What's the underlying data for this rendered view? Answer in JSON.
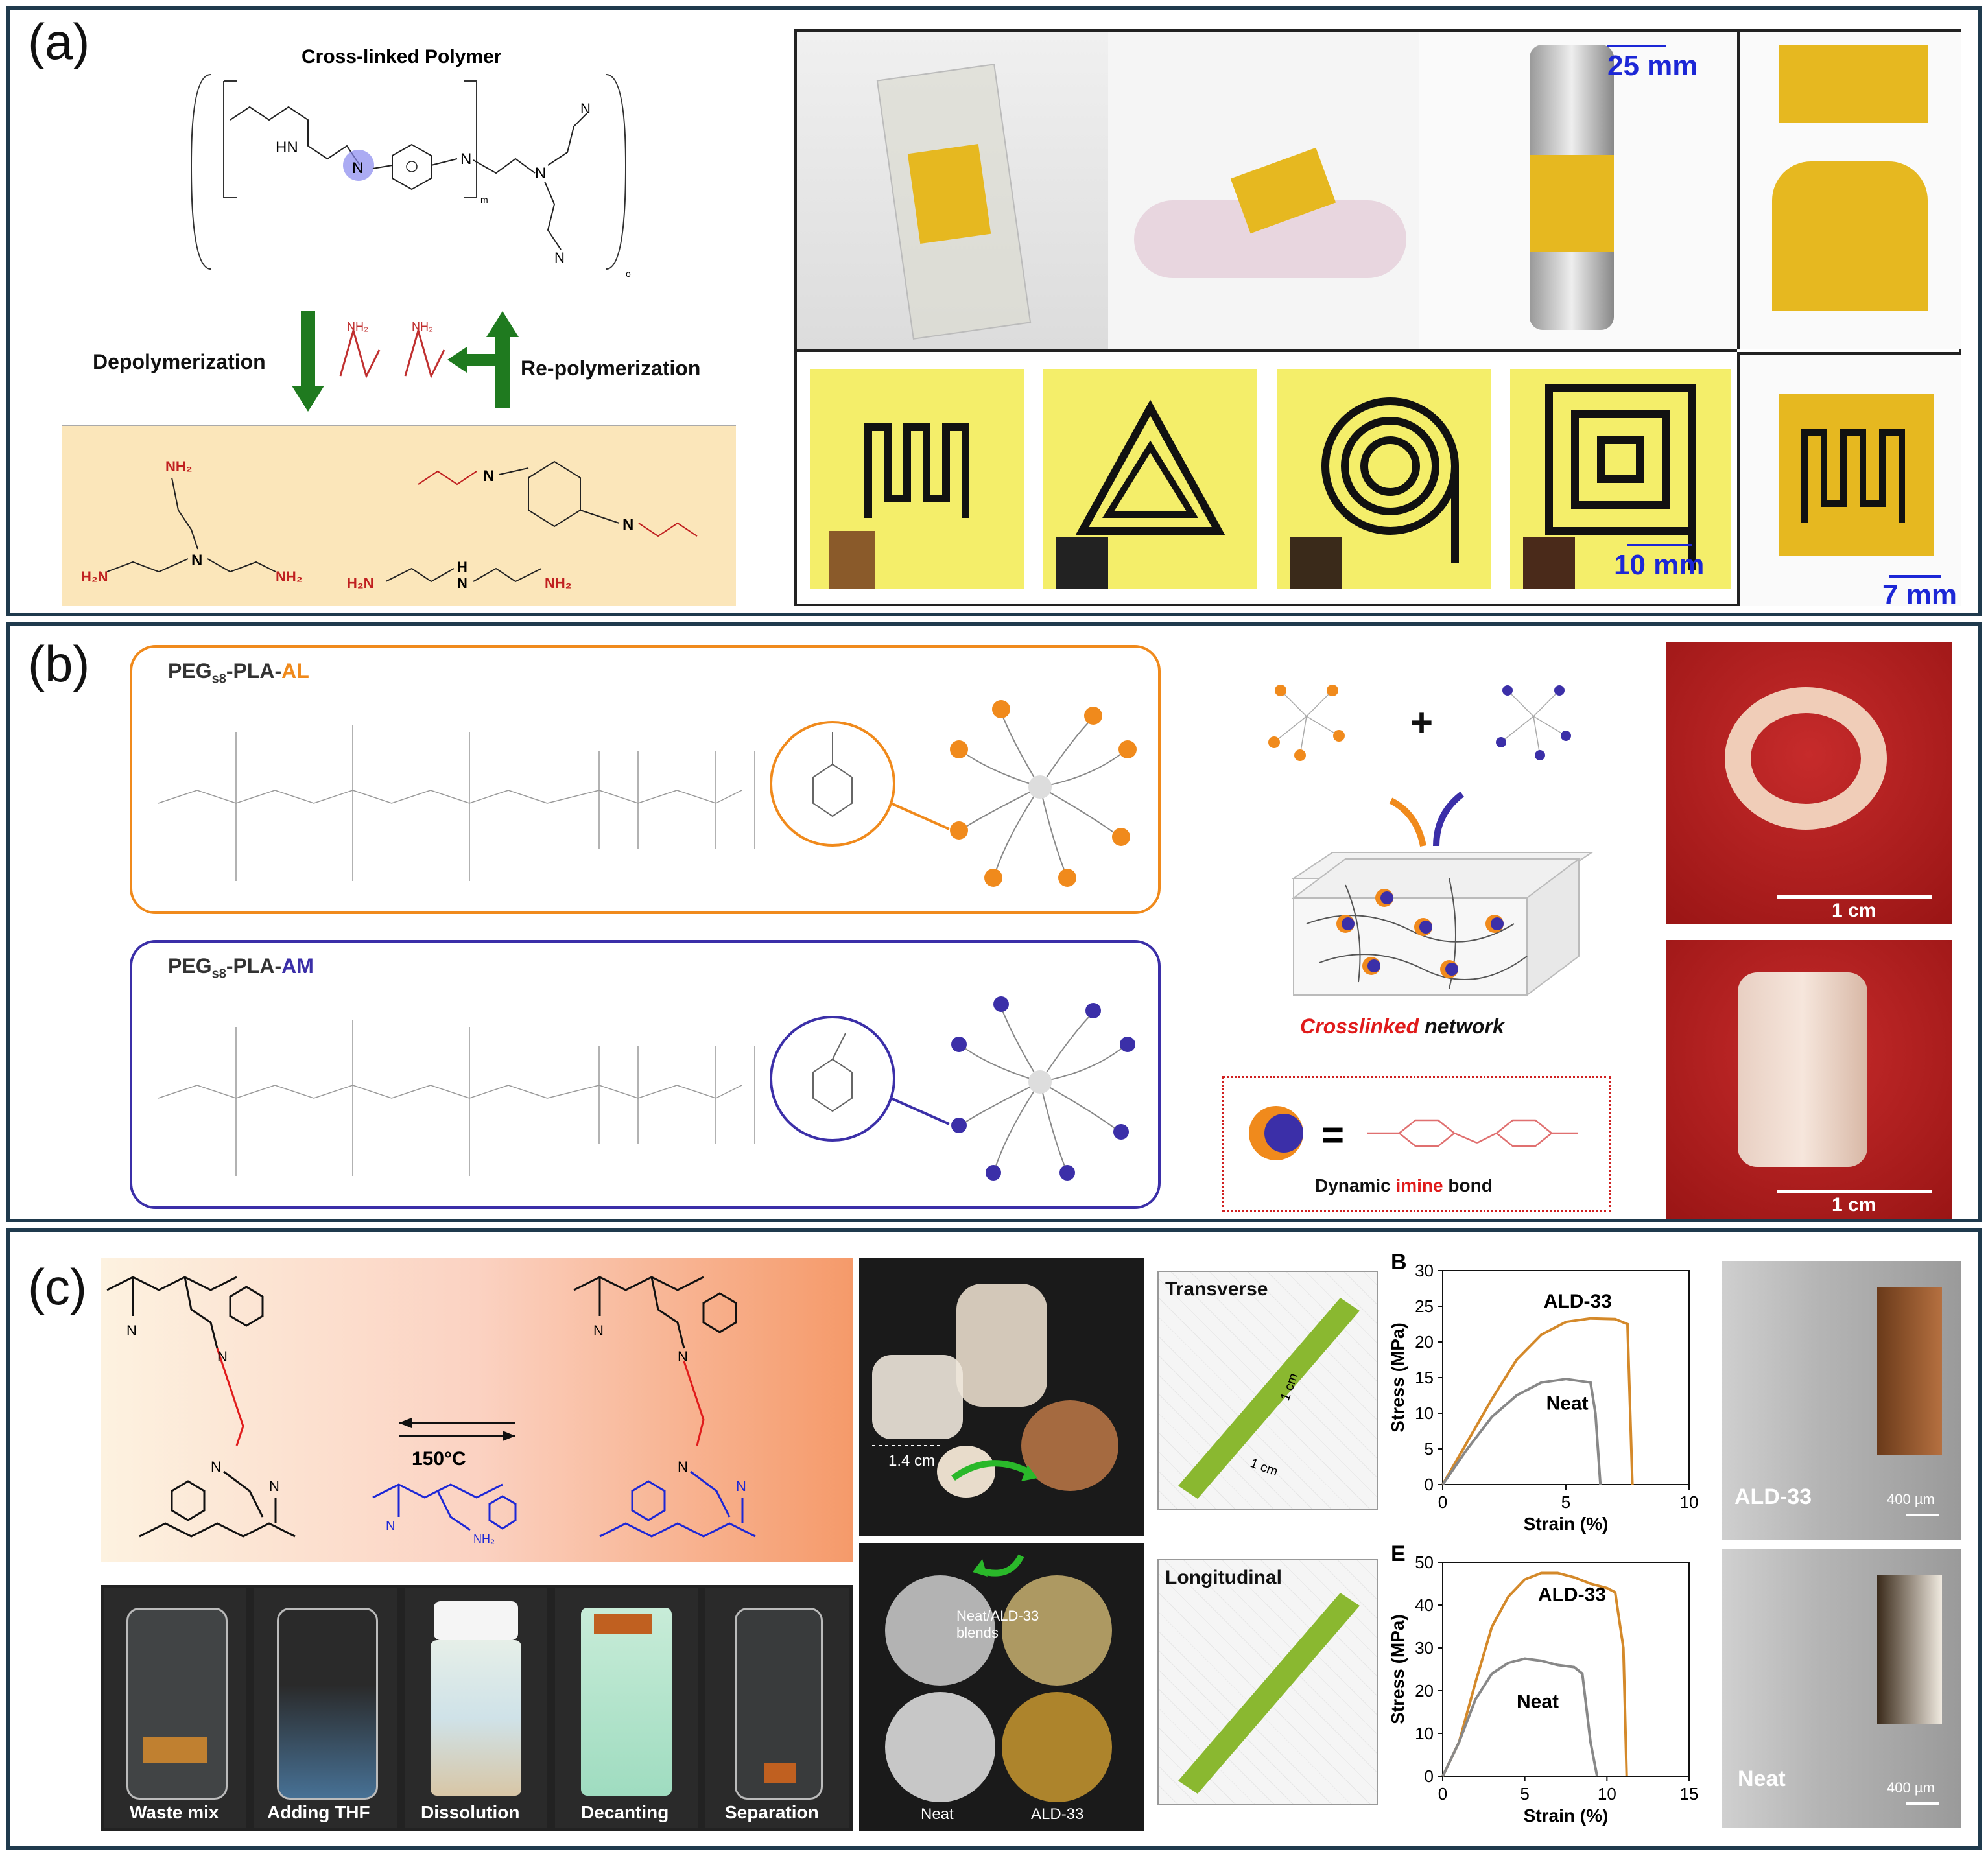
{
  "panel_a": {
    "label": "(a)",
    "polymer_title": "Cross-linked Polymer",
    "depolymerization": "Depolymerization",
    "repolymerization": "Re-polymerization",
    "scale_top": "25 mm",
    "scale_bottom": "10 mm",
    "scale_right": "7 mm"
  },
  "panel_b": {
    "label": "(b)",
    "al_prefix": "PEG",
    "al_sub": "s8",
    "al_mid": "-PLA-",
    "al_suffix": "AL",
    "am_prefix": "PEG",
    "am_sub": "s8",
    "am_mid": "-PLA-",
    "am_suffix": "AM",
    "plus": "+",
    "network_word1": "Crosslinked",
    "network_word2": " network",
    "equals": "=",
    "bond_word1": "Dynamic ",
    "bond_word2": "imine",
    "bond_word3": " bond",
    "scale_top": "1 cm",
    "scale_bottom": "1 cm"
  },
  "panel_c": {
    "label": "(c)",
    "temperature": "150°C",
    "vials": [
      "Waste mix",
      "Adding THF",
      "Dissolution",
      "Decanting",
      "Separation"
    ],
    "print_scale": "1.4 cm",
    "blend_label": "Neat/ALD-33 blends",
    "cup_neat": "Neat",
    "cup_ald": "ALD-33",
    "transverse": "Transverse",
    "longitudinal": "Longitudinal",
    "dim_1cm_a": "1 cm",
    "dim_1cm_b": "1 cm",
    "sem_top_label": "ALD-33",
    "sem_bottom_label": "Neat",
    "sem_scale_top": "400 µm",
    "sem_scale_bottom": "400 µm"
  },
  "colors": {
    "border": "#1f3a4d",
    "orange": "#f08a1c",
    "purple": "#3b2fa8",
    "green": "#1f7a1f",
    "red_text": "#e01b1b",
    "scale_blue": "#1c27d6",
    "ald_curve": "#d4892a",
    "neat_curve": "#888888"
  },
  "chart_data": [
    {
      "type": "line",
      "panel_letter": "B",
      "xlabel": "Strain (%)",
      "ylabel": "Stress (MPa)",
      "xlim": [
        0,
        10
      ],
      "ylim": [
        0,
        30
      ],
      "xticks": [
        0,
        5,
        10
      ],
      "yticks": [
        0,
        5,
        10,
        15,
        20,
        25,
        30
      ],
      "series": [
        {
          "name": "ALD-33",
          "x": [
            0,
            1,
            2,
            3,
            4,
            5,
            6,
            7,
            7.5,
            7.7
          ],
          "y": [
            0,
            6,
            12,
            17.5,
            21,
            22.8,
            23.3,
            23.2,
            22.5,
            0
          ]
        },
        {
          "name": "Neat",
          "x": [
            0,
            1,
            2,
            3,
            4,
            5,
            6,
            6.2,
            6.4
          ],
          "y": [
            0,
            5,
            9.5,
            12.5,
            14.3,
            14.8,
            14.3,
            10,
            0
          ]
        }
      ]
    },
    {
      "type": "line",
      "panel_letter": "E",
      "xlabel": "Strain (%)",
      "ylabel": "Stress (MPa)",
      "xlim": [
        0,
        15
      ],
      "ylim": [
        0,
        50
      ],
      "xticks": [
        0,
        5,
        10,
        15
      ],
      "yticks": [
        0,
        10,
        20,
        30,
        40,
        50
      ],
      "series": [
        {
          "name": "ALD-33",
          "x": [
            0,
            1,
            2,
            3,
            4,
            5,
            6,
            7,
            8,
            9,
            10,
            10.5,
            11,
            11.2
          ],
          "y": [
            0,
            8,
            22,
            35,
            42,
            46,
            47.5,
            47.5,
            46.5,
            45,
            44,
            43,
            30,
            0
          ]
        },
        {
          "name": "Neat",
          "x": [
            0,
            1,
            2,
            3,
            4,
            5,
            6,
            7,
            8,
            8.5,
            9,
            9.4
          ],
          "y": [
            0,
            8,
            18,
            24,
            26.5,
            27.5,
            27,
            26,
            25.5,
            24,
            8,
            0
          ]
        }
      ]
    }
  ]
}
